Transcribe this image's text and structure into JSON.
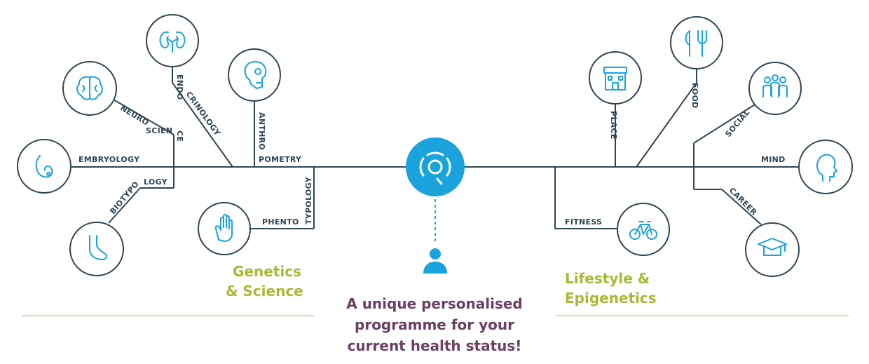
{
  "branches": {
    "embryology": "EMBRYOLOGY",
    "biotypology_a": "BIOTYPO",
    "biotypology_b": "LOGY",
    "neuroscience_a": "NEURO",
    "neuroscience_b": "SCIEN",
    "neuroscience_c": "CE",
    "endocrinology_a": "ENDO",
    "endocrinology_b": "CRINOLOGY",
    "anthropometry_a": "ANTHRO",
    "anthropometry_b": "POMETRY",
    "phentotypology_a": "PHENTO",
    "phentotypology_b": "TYPOLOGY",
    "fitness": "FITNESS",
    "place": "PLACE",
    "food": "FOOD",
    "social": "SOCIAL",
    "mind": "MIND",
    "career": "CAREER"
  },
  "groups": {
    "left_line1": "Genetics",
    "left_line2": "& Science",
    "right_line1": "Lifestyle &",
    "right_line2": "Epigenetics"
  },
  "tagline": {
    "line1": "A unique personalised",
    "line2": "programme for your",
    "line3": "current health status!"
  },
  "icons": {
    "embryology": "embryo-icon",
    "biotypology": "foot-icon",
    "neuroscience": "brain-icon",
    "endocrinology": "kidneys-icon",
    "anthropometry": "skull-icon",
    "phentotypology": "hand-icon",
    "center": "target-logo-icon",
    "person": "person-icon",
    "fitness": "bicycle-icon",
    "place": "building-icon",
    "food": "fork-knife-icon",
    "social": "people-icon",
    "mind": "head-profile-icon",
    "career": "graduation-cap-icon"
  },
  "colors": {
    "line": "#2f4553",
    "icon": "#1aa3dd",
    "group": "#a9b934",
    "tagline": "#6b3f62",
    "rule": "#d8e3a2"
  }
}
